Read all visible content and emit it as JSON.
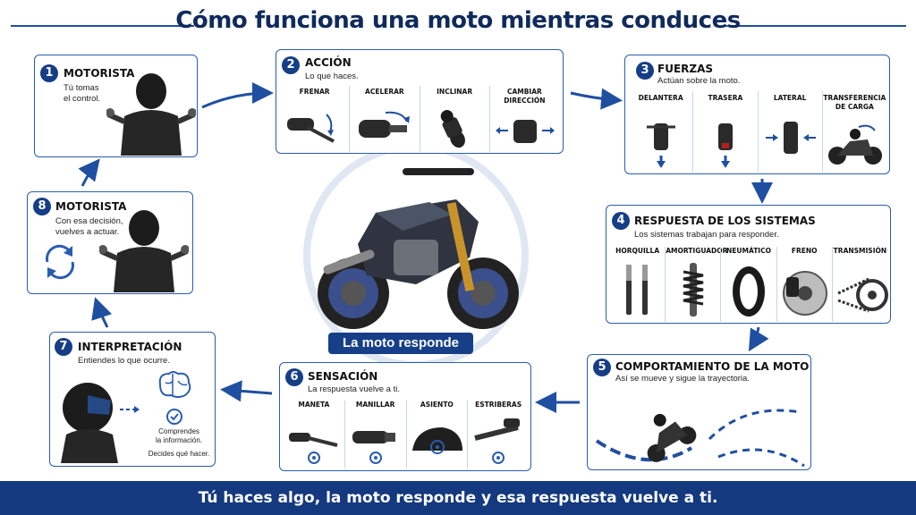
{
  "title": "Cómo funciona una moto mientras conduces",
  "footer": "Tú haces algo, la moto responde y esa respuesta vuelve a ti.",
  "center_label": "La moto responde",
  "steps": [
    {
      "num": "1",
      "title": "MOTORISTA",
      "text": "Tú tomas\nel control."
    },
    {
      "num": "2",
      "title": "ACCIÓN",
      "text": "Lo que haces.",
      "items": [
        "FRENAR",
        "ACELERAR",
        "INCLINAR",
        "CAMBIAR\nDIRECCIÓN"
      ]
    },
    {
      "num": "3",
      "title": "FUERZAS",
      "text": "Actúan sobre la moto.",
      "items": [
        "DELANTERA",
        "TRASERA",
        "LATERAL",
        "TRANSFERENCIA\nDE CARGA"
      ]
    },
    {
      "num": "4",
      "title": "RESPUESTA DE LOS SISTEMAS",
      "text": "Los sistemas trabajan para responder.",
      "items": [
        "HORQUILLA",
        "AMORTIGUADOR",
        "NEUMÁTICO",
        "FRENO",
        "TRANSMISIÓN"
      ]
    },
    {
      "num": "5",
      "title": "COMPORTAMIENTO DE LA MOTO",
      "text": "Así se mueve y sigue la trayectoria."
    },
    {
      "num": "6",
      "title": "SENSACIÓN",
      "text": "La respuesta vuelve a ti.",
      "items": [
        "MANETA",
        "MANILLAR",
        "ASIENTO",
        "ESTRIBERAS"
      ]
    },
    {
      "num": "7",
      "title": "INTERPRETACIÓN",
      "text": "Entiendes lo que ocurre.",
      "extra1": "Comprendes\nla información.",
      "extra2": "Decides qué hacer."
    },
    {
      "num": "8",
      "title": "MOTORISTA",
      "text": "Con esa decisión,\nvuelves a actuar."
    }
  ],
  "colors": {
    "accent": "#153e86",
    "border": "#2a5db0",
    "footer": "#14397e"
  }
}
